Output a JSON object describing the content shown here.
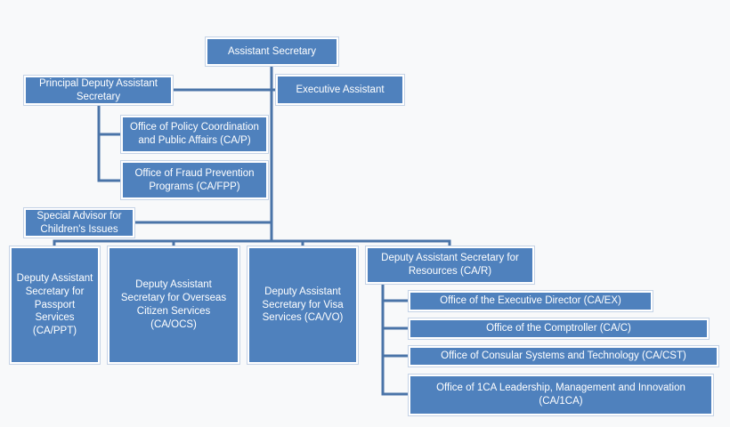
{
  "colors": {
    "box_fill": "#4f81bd",
    "box_border": "#ffffff",
    "connector": "#4a74a8",
    "background": "#f8f9fa",
    "text": "#ffffff"
  },
  "org_chart": {
    "assistant_secretary": "Assistant Secretary",
    "principal_deputy": "Principal Deputy Assistant Secretary",
    "executive_assistant": "Executive Assistant",
    "policy_coordination": "Office of Policy Coordination and Public Affairs (CA/P)",
    "fraud_prevention": "Office of Fraud Prevention Programs (CA/FPP)",
    "special_advisor": "Special Advisor for Children's Issues",
    "das_passport": "Deputy Assistant Secretary for Passport Services (CA/PPT)",
    "das_overseas": "Deputy Assistant Secretary for Overseas Citizen Services (CA/OCS)",
    "das_visa": "Deputy Assistant Secretary for Visa Services (CA/VO)",
    "das_resources": "Deputy Assistant Secretary for Resources (CA/R)",
    "executive_director": "Office of the Executive Director (CA/EX)",
    "comptroller": "Office of the Comptroller (CA/C)",
    "consular_systems": "Office of Consular Systems and Technology (CA/CST)",
    "leadership_innovation": "Office of 1CA Leadership, Management and Innovation (CA/1CA)"
  }
}
